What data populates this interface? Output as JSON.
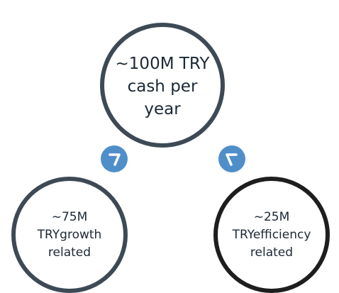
{
  "center": {
    "lines": [
      "~100M TRY",
      "cash per",
      "year"
    ],
    "border_color": "#3d4a56"
  },
  "left": {
    "lines": [
      "~75M",
      "TRYgrowth",
      "related"
    ],
    "border_color": "#3d4a56"
  },
  "right": {
    "lines": [
      "~25M",
      "TRYefficiency",
      "related"
    ],
    "border_color": "#1e1e1e"
  },
  "connectors": {
    "color": "#4f8ec9",
    "left_icon": "arrow-up-right-icon",
    "right_icon": "arrow-up-left-icon"
  }
}
